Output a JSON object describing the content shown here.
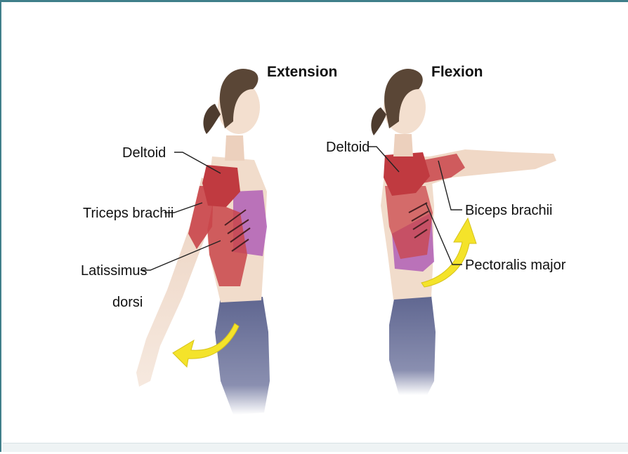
{
  "colors": {
    "frame": "#3f7f8a",
    "muscle": "#c9454a",
    "skin": "#f1dccb",
    "arrow": "#f4e32a",
    "pants": "#6f7599",
    "top": "#b05fb6"
  },
  "panels": [
    {
      "title": "Extension",
      "labels": [
        "Deltoid",
        "Triceps brachii",
        "Latissimus",
        "dorsi"
      ]
    },
    {
      "title": "Flexion",
      "labels": [
        "Deltoid",
        "Biceps brachii",
        "Pectoralis major"
      ]
    }
  ]
}
